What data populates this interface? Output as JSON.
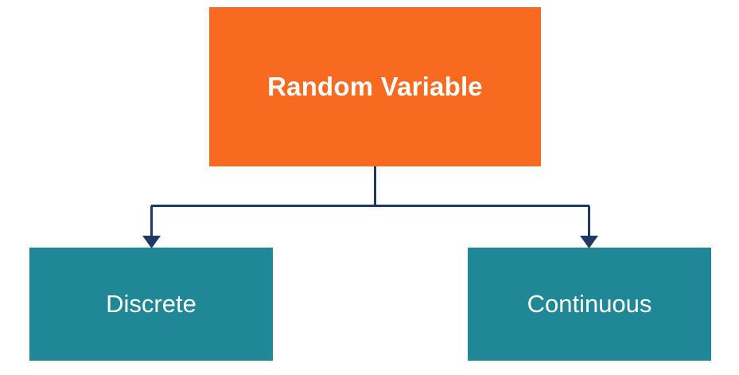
{
  "diagram": {
    "title_node": {
      "label": "Random Variable",
      "fill_color": "#F96A21",
      "text_color": "#FFFFFF"
    },
    "children": [
      {
        "id": "discrete",
        "label": "Discrete",
        "fill_color": "#1F8795",
        "text_color": "#FFFFFF"
      },
      {
        "id": "continuous",
        "label": "Continuous",
        "fill_color": "#1F8795",
        "text_color": "#FFFFFF"
      }
    ],
    "connector": {
      "line_color": "#1F3864",
      "arrow_color": "#1F3864",
      "style": "elbow-with-arrowheads"
    },
    "background_color": "#FFFFFF"
  }
}
